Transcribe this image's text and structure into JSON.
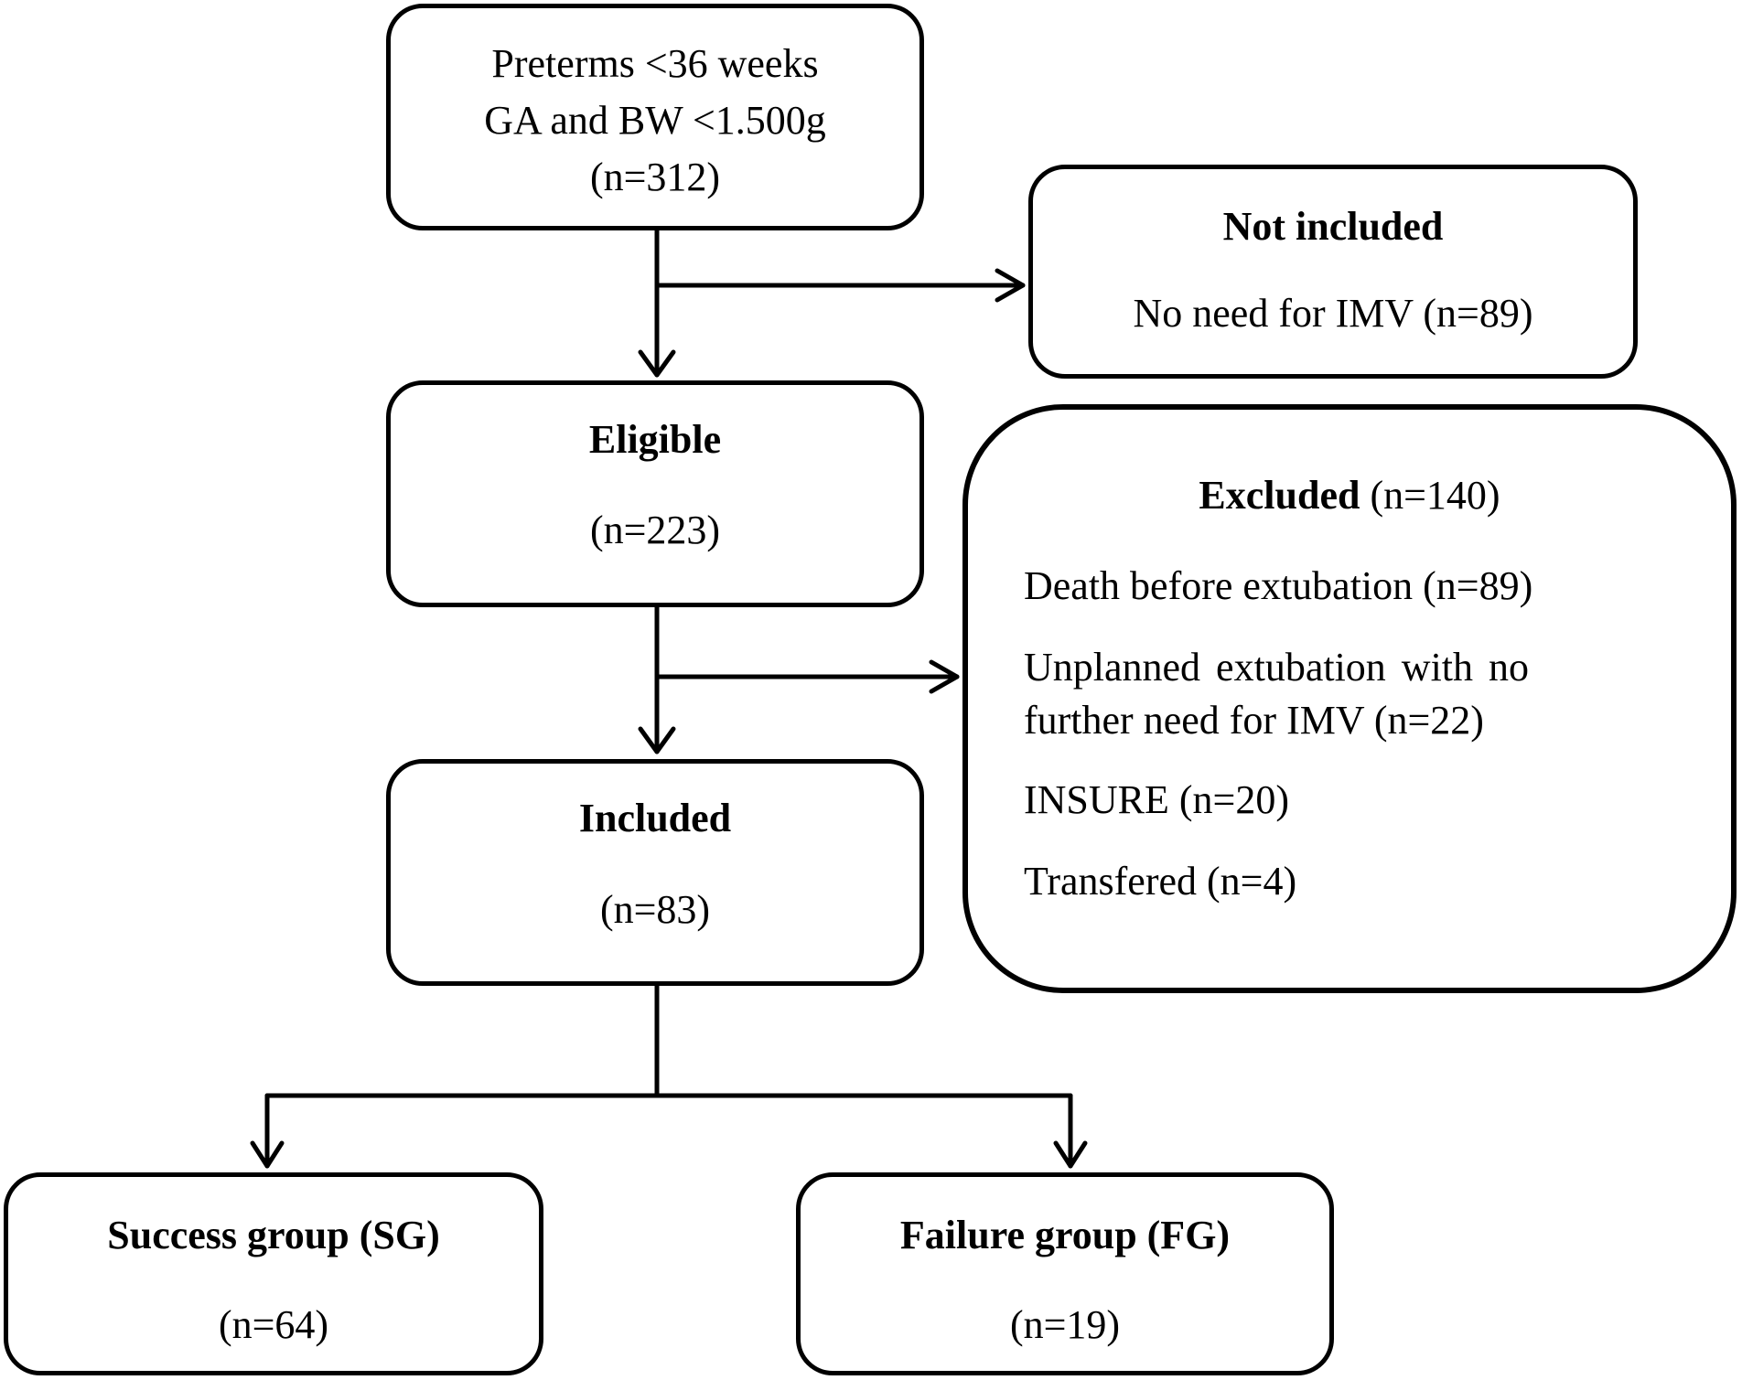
{
  "boxes": {
    "preterms": {
      "line1": "Preterms <36 weeks",
      "line2": "GA and BW <1.500g",
      "count": "(n=312)"
    },
    "not_included": {
      "title": "Not included",
      "reason": "No need for IMV (n=89)"
    },
    "eligible": {
      "title": "Eligible",
      "count": "(n=223)"
    },
    "excluded": {
      "title": "Excluded",
      "count": " (n=140)",
      "reasons": [
        "Death before extubation (n=89)",
        "Unplanned extubation with no",
        "further need for IMV (n=22)",
        "INSURE (n=20)",
        "Transfered (n=4)"
      ]
    },
    "included": {
      "title": "Included",
      "count": "(n=83)"
    },
    "success": {
      "title": "Success group (SG)",
      "count": "(n=64)"
    },
    "failure": {
      "title": "Failure group (FG)",
      "count": "(n=19)"
    }
  }
}
